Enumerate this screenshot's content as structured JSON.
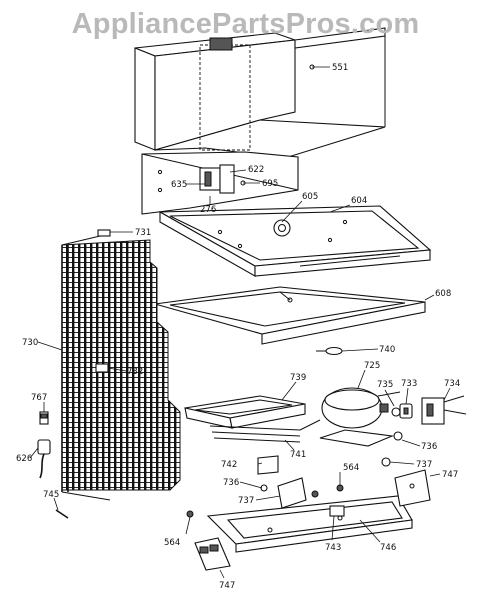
{
  "watermark": "AppliancePartsPros.com",
  "parts": {
    "p551": "551",
    "p622": "622",
    "p635": "635",
    "p695": "695",
    "p276": "276",
    "p605": "605",
    "p604": "604",
    "p731": "731",
    "p608": "608",
    "p730": "730",
    "p740": "740",
    "p732": "732",
    "p739": "739",
    "p725": "725",
    "p735": "735",
    "p733": "733",
    "p734": "734",
    "p767": "767",
    "p741": "741",
    "p736a": "736",
    "p626": "626",
    "p742": "742",
    "p564a": "564",
    "p737a": "737",
    "p747a": "747",
    "p736b": "736",
    "p737b": "737",
    "p745": "745",
    "p564b": "564",
    "p743": "743",
    "p746": "746",
    "p747b": "747"
  }
}
